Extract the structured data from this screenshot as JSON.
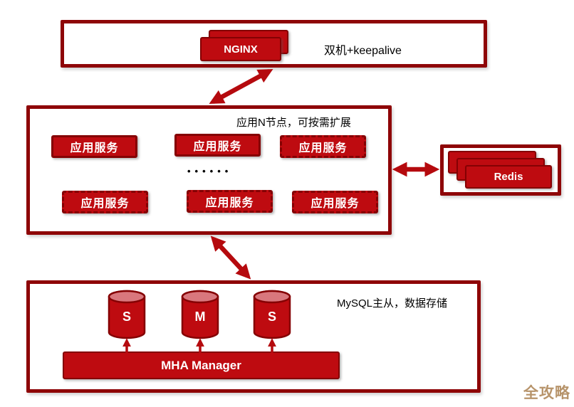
{
  "colors": {
    "box_fill": "#BE0B10",
    "box_border": "#850103",
    "container_border": "#8E0507",
    "arrow": "#B50A0E",
    "cylinder_top": "#D9777D",
    "watermark_text": "#B7946B"
  },
  "load_balancer_tier": {
    "node_label": "NGINX",
    "caption": "双机+keepalive"
  },
  "app_tier": {
    "caption": "应用N节点，可按需扩展",
    "ellipsis": "••••••",
    "nodes": [
      {
        "label": "应用服务"
      },
      {
        "label": "应用服务"
      },
      {
        "label": "应用服务"
      },
      {
        "label": "应用服务"
      },
      {
        "label": "应用服务"
      },
      {
        "label": "应用服务"
      }
    ]
  },
  "cache_tier": {
    "node_label": "Redis"
  },
  "data_tier": {
    "caption": "MySQL主从，数据存储",
    "databases": [
      {
        "label": "S"
      },
      {
        "label": "M"
      },
      {
        "label": "S"
      }
    ],
    "manager_label": "MHA Manager"
  },
  "watermark": "全攻略"
}
